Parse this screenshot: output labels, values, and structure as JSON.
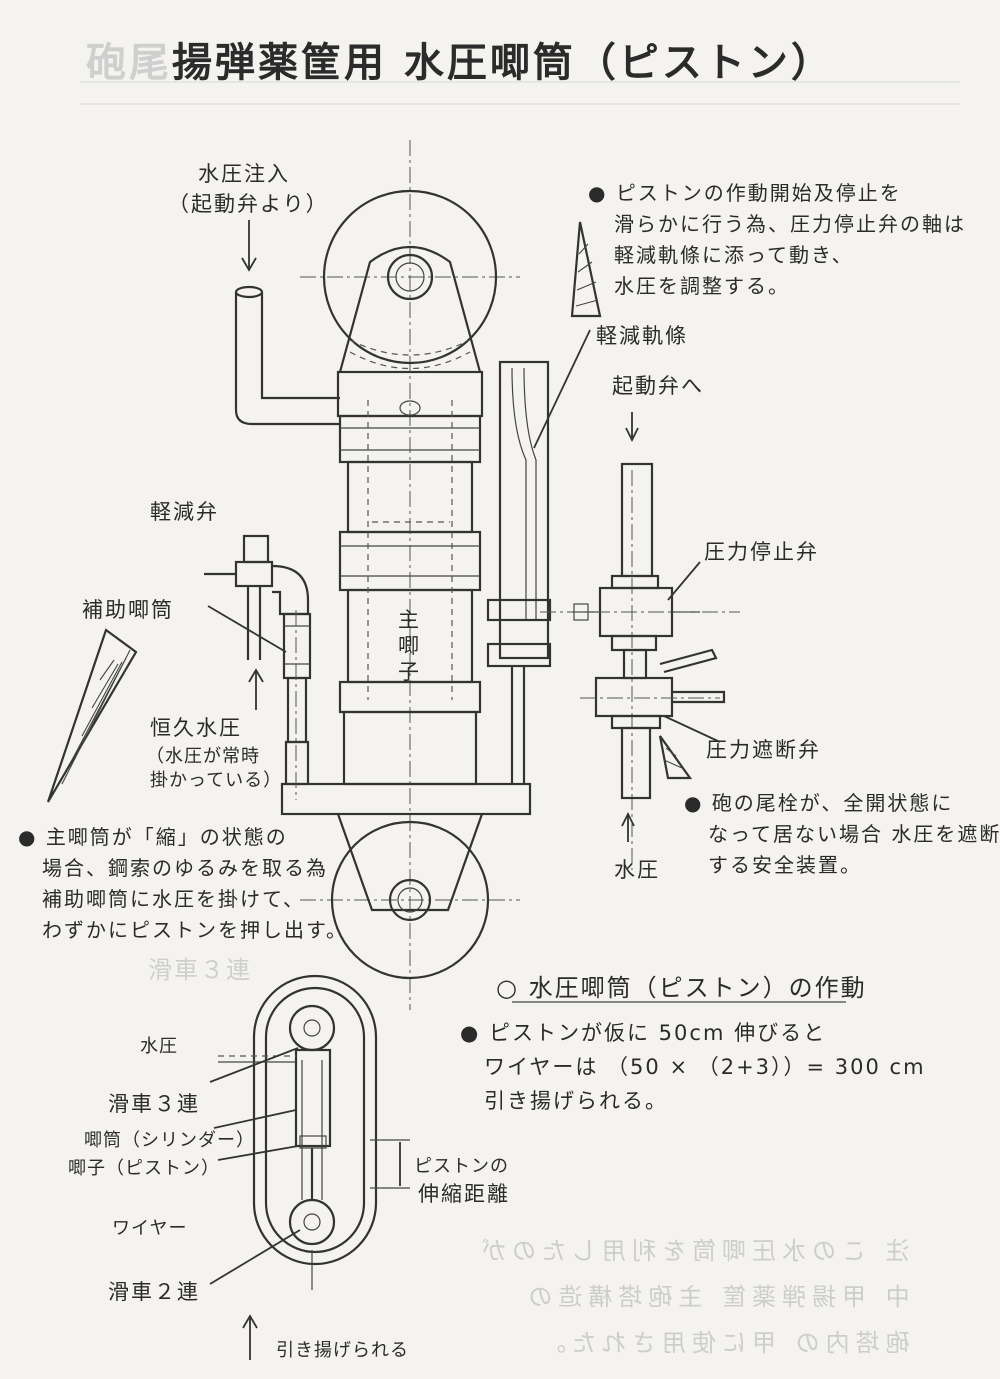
{
  "title": {
    "ghost_prefix": "砲尾",
    "text": "揚弾薬筐用 水圧唧筒（ピストン）"
  },
  "labels": {
    "water_inlet": "水圧注入",
    "water_inlet_sub": "（起動弁より）",
    "relief_valve": "軽減弁",
    "aux_cylinder": "補助唧筒",
    "constant_pressure": "恒久水圧",
    "constant_pressure_sub1": "（水圧が常時",
    "constant_pressure_sub2": "掛かっている）",
    "main_piston_l1": "主",
    "main_piston_l2": "唧",
    "main_piston_l3": "子",
    "relief_rail": "軽減軌條",
    "to_start_valve": "起動弁へ",
    "pressure_stop_valve": "圧力停止弁",
    "pressure_cutoff_valve": "圧力遮断弁",
    "water_pressure": "水圧",
    "ghost_pulley": "滑車３連"
  },
  "notes": {
    "top_right": [
      "ピストンの作動開始及停止を",
      "滑らかに行う為、圧力停止弁の軸は",
      "軽減軌條に添って動き、",
      "水圧を調整する。"
    ],
    "right_mid": [
      "砲の尾栓が、全開状態に",
      "なって居ない場合 水圧を遮断",
      "する安全装置。"
    ],
    "left": [
      "主唧筒が「縮」の状態の",
      "場合、鋼索のゆるみを取る為",
      "補助唧筒に水圧を掛けて、",
      "わずかにピストンを押し出す。"
    ]
  },
  "operation": {
    "heading": "水圧唧筒（ピストン）の作動",
    "heading_bullet": "○",
    "lines": [
      "ピストンが仮に 50cm 伸びると",
      "ワイヤーは （50 × （2+3））= 300 cm",
      "引き揚げられる。"
    ]
  },
  "schematic": {
    "water_pressure": "水圧",
    "pulley3": "滑車３連",
    "cylinder": "唧筒（シリンダー）",
    "piston": "唧子（ピストン）",
    "wire": "ワイヤー",
    "pulley2": "滑車２連",
    "stroke_l1": "ピストンの",
    "stroke_l2": "伸縮距離",
    "lifted": "引き揚げられる"
  },
  "mirrored_bleed": [
    "注 この水圧唧筒を利用したのが",
    "中 甲揚弾薬筐 主砲塔構造の",
    "砲塔内の 甲に使用された。"
  ]
}
